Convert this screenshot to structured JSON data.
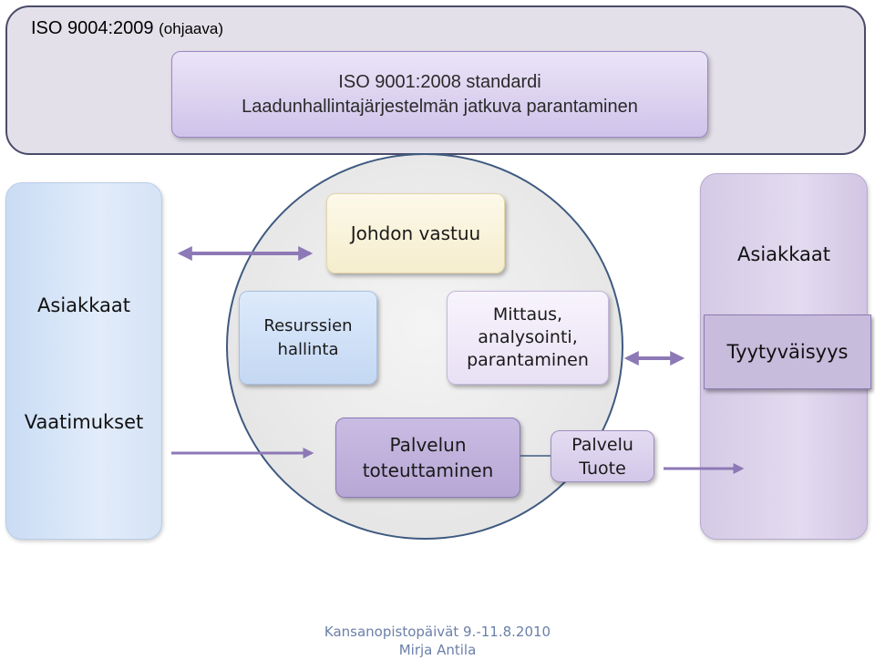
{
  "banner": {
    "title": "ISO 9004:2009",
    "title_suffix": "(ohjaava)",
    "standard_line1": "ISO 9001:2008 standardi",
    "standard_line2": "Laadunhallintajärjestelmän jatkuva parantaminen"
  },
  "left": {
    "asiakkaat": "Asiakkaat",
    "vaatimukset": "Vaatimukset"
  },
  "right": {
    "asiakkaat": "Asiakkaat",
    "tyytyvaisyys": "Tyytyväisyys"
  },
  "process": {
    "johdon_vastuu": "Johdon vastuu",
    "resurssit_line1": "Resurssien",
    "resurssit_line2": "hallinta",
    "mittaus_line1": "Mittaus,",
    "mittaus_line2": "analysointi,",
    "mittaus_line3": "parantaminen",
    "toteutus_line1": "Palvelun",
    "toteutus_line2": "toteuttaminen",
    "tuote_line1": "Palvelu",
    "tuote_line2": "Tuote"
  },
  "footer": {
    "line1": "Kansanopistopäivät 9.-11.8.2010",
    "line2": "Mirja Antila"
  },
  "colors": {
    "arrow": "#8d79b6",
    "circle_border": "#3f5a80",
    "footer_text": "#6b7fa8"
  }
}
